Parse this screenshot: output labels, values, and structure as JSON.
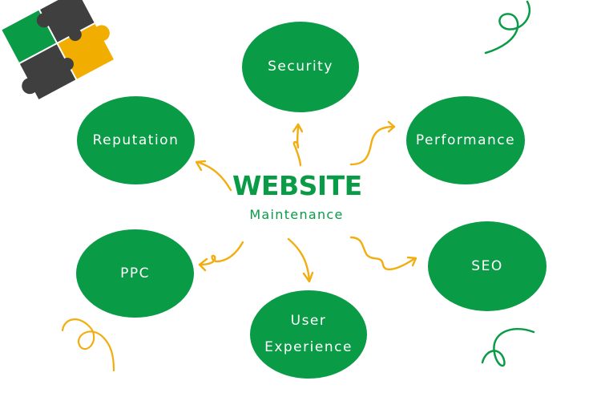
{
  "colors": {
    "node_fill": "#0A9B47",
    "node_text": "#FFFFFF",
    "arrow": "#F2AE10",
    "center_text": "#0A9B47",
    "puzzle_green": "#0A9B47",
    "puzzle_dark": "#3F3F3F",
    "puzzle_yellow": "#F2AE00",
    "swirl_green": "#0A9B47",
    "swirl_yellow": "#F2AE10"
  },
  "center": {
    "title": "WEBSITE",
    "subtitle": "Maintenance"
  },
  "nodes": [
    {
      "id": "security",
      "label": "Security",
      "lines": [
        "Security"
      ]
    },
    {
      "id": "performance",
      "label": "Performance",
      "lines": [
        "Performance"
      ]
    },
    {
      "id": "seo",
      "label": "SEO",
      "lines": [
        "SEO"
      ]
    },
    {
      "id": "user-experience",
      "label": "User Experience",
      "lines": [
        "User",
        "Experience"
      ]
    },
    {
      "id": "ppc",
      "label": "PPC",
      "lines": [
        "PPC"
      ]
    },
    {
      "id": "reputation",
      "label": "Reputation",
      "lines": [
        "Reputation"
      ]
    }
  ],
  "icons": {
    "logo": "puzzle-pieces-icon",
    "decor": [
      "green-swirl-icon",
      "yellow-swirl-icon"
    ]
  }
}
